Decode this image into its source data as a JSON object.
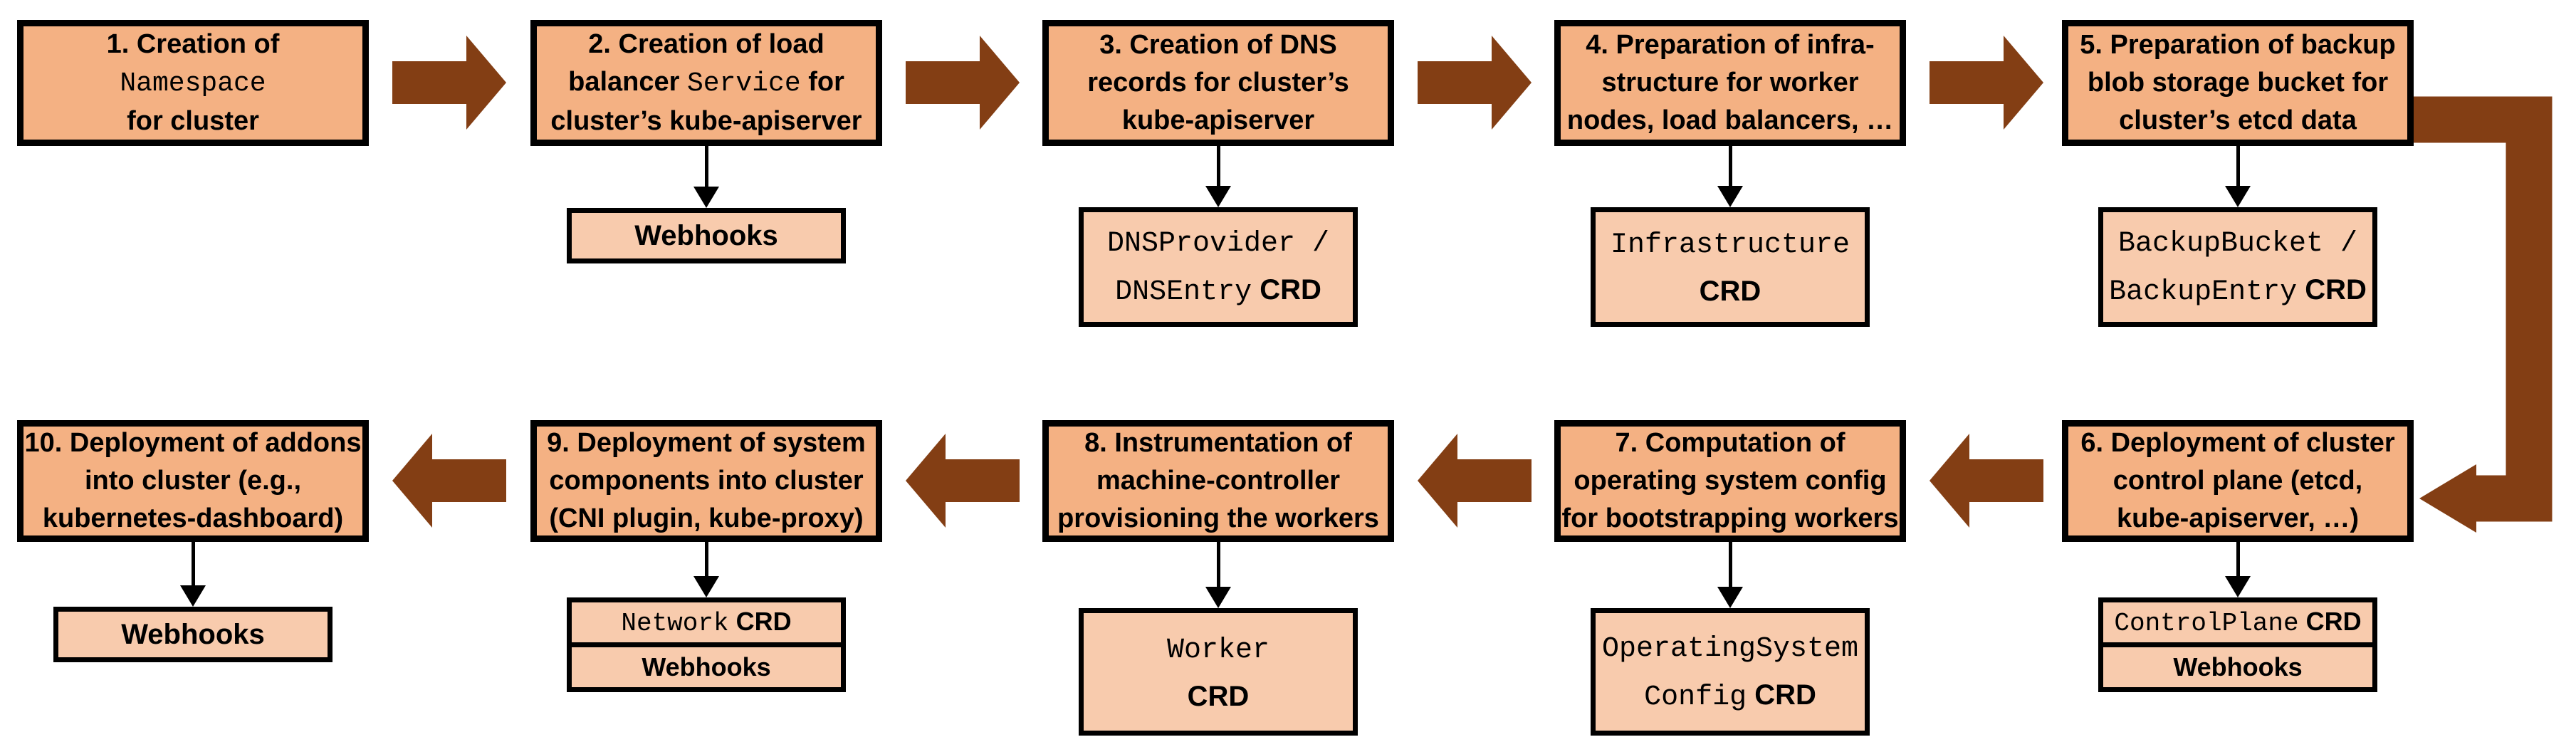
{
  "colors": {
    "main_box_fill": "#F4B183",
    "child_box_fill": "#F8CBAD",
    "flow_arrow_brown": "#833E14",
    "border_black": "#000000",
    "background": "#FFFFFF"
  },
  "steps": [
    {
      "number": "1",
      "lines": [
        [
          {
            "t": "1. Creation of",
            "f": "sans"
          }
        ],
        [
          {
            "t": "Namespace",
            "f": "mono"
          }
        ],
        [
          {
            "t": "for cluster",
            "f": "sans"
          }
        ]
      ],
      "children": []
    },
    {
      "number": "2",
      "lines": [
        [
          {
            "t": "2. Creation of load",
            "f": "sans"
          }
        ],
        [
          {
            "t": "balancer ",
            "f": "sans"
          },
          {
            "t": "Service",
            "f": "mono"
          },
          {
            "t": " for",
            "f": "sans"
          }
        ],
        [
          {
            "t": "cluster’s kube-apiserver",
            "f": "sans"
          }
        ]
      ],
      "children": [
        {
          "type": "single",
          "rows": [
            [
              {
                "t": "Webhooks",
                "f": "bold"
              }
            ]
          ]
        }
      ]
    },
    {
      "number": "3",
      "lines": [
        [
          {
            "t": "3. Creation of DNS",
            "f": "sans"
          }
        ],
        [
          {
            "t": "records for cluster’s",
            "f": "sans"
          }
        ],
        [
          {
            "t": "kube-apiserver",
            "f": "sans"
          }
        ]
      ],
      "children": [
        {
          "type": "twoline",
          "rows": [
            [
              {
                "t": "DNSProvider /",
                "f": "mono"
              }
            ],
            [
              {
                "t": "DNSEntry",
                "f": "mono"
              },
              {
                "t": " CRD",
                "f": "bold"
              }
            ]
          ]
        }
      ]
    },
    {
      "number": "4",
      "lines": [
        [
          {
            "t": "4. Preparation of infra-",
            "f": "sans"
          }
        ],
        [
          {
            "t": "structure for worker",
            "f": "sans"
          }
        ],
        [
          {
            "t": "nodes, load balancers, …",
            "f": "sans"
          }
        ]
      ],
      "children": [
        {
          "type": "twoline",
          "rows": [
            [
              {
                "t": "Infrastructure",
                "f": "mono"
              }
            ],
            [
              {
                "t": "CRD",
                "f": "bold"
              }
            ]
          ]
        }
      ]
    },
    {
      "number": "5",
      "lines": [
        [
          {
            "t": "5. Preparation of backup",
            "f": "sans"
          }
        ],
        [
          {
            "t": "blob storage bucket for",
            "f": "sans"
          }
        ],
        [
          {
            "t": "cluster’s etcd data",
            "f": "sans"
          }
        ]
      ],
      "children": [
        {
          "type": "twoline",
          "rows": [
            [
              {
                "t": "BackupBucket /",
                "f": "mono"
              }
            ],
            [
              {
                "t": "BackupEntry",
                "f": "mono"
              },
              {
                "t": " CRD",
                "f": "bold"
              }
            ]
          ]
        }
      ]
    },
    {
      "number": "6",
      "lines": [
        [
          {
            "t": "6. Deployment of cluster",
            "f": "sans"
          }
        ],
        [
          {
            "t": "control plane (etcd,",
            "f": "sans"
          }
        ],
        [
          {
            "t": "kube-apiserver, …)",
            "f": "sans"
          }
        ]
      ],
      "children": [
        {
          "type": "stack",
          "rows": [
            [
              {
                "t": "ControlPlane",
                "f": "mono"
              },
              {
                "t": " CRD",
                "f": "bold"
              }
            ],
            [
              {
                "t": "Webhooks",
                "f": "bold"
              }
            ]
          ]
        }
      ]
    },
    {
      "number": "7",
      "lines": [
        [
          {
            "t": "7. Computation of",
            "f": "sans"
          }
        ],
        [
          {
            "t": "operating system config",
            "f": "sans"
          }
        ],
        [
          {
            "t": "for bootstrapping workers",
            "f": "sans"
          }
        ]
      ],
      "children": [
        {
          "type": "twoline",
          "rows": [
            [
              {
                "t": "OperatingSystem",
                "f": "mono"
              }
            ],
            [
              {
                "t": "Config",
                "f": "mono"
              },
              {
                "t": " CRD",
                "f": "bold"
              }
            ]
          ]
        }
      ]
    },
    {
      "number": "8",
      "lines": [
        [
          {
            "t": "8. Instrumentation of",
            "f": "sans"
          }
        ],
        [
          {
            "t": "machine-controller",
            "f": "sans"
          }
        ],
        [
          {
            "t": "provisioning the workers",
            "f": "sans"
          }
        ]
      ],
      "children": [
        {
          "type": "twoline",
          "rows": [
            [
              {
                "t": "Worker",
                "f": "mono"
              }
            ],
            [
              {
                "t": "CRD",
                "f": "bold"
              }
            ]
          ]
        }
      ]
    },
    {
      "number": "9",
      "lines": [
        [
          {
            "t": "9. Deployment of system",
            "f": "sans"
          }
        ],
        [
          {
            "t": "components into cluster",
            "f": "sans"
          }
        ],
        [
          {
            "t": "(CNI plugin, kube-proxy)",
            "f": "sans"
          }
        ]
      ],
      "children": [
        {
          "type": "stack",
          "rows": [
            [
              {
                "t": "Network",
                "f": "mono"
              },
              {
                "t": " CRD",
                "f": "bold"
              }
            ],
            [
              {
                "t": "Webhooks",
                "f": "bold"
              }
            ]
          ]
        }
      ]
    },
    {
      "number": "10",
      "lines": [
        [
          {
            "t": "10. Deployment of addons",
            "f": "sans"
          }
        ],
        [
          {
            "t": "into cluster (e.g.,",
            "f": "sans"
          }
        ],
        [
          {
            "t": "kubernetes-dashboard)",
            "f": "sans"
          }
        ]
      ],
      "children": [
        {
          "type": "single",
          "rows": [
            [
              {
                "t": "Webhooks",
                "f": "bold"
              }
            ]
          ]
        }
      ]
    }
  ]
}
